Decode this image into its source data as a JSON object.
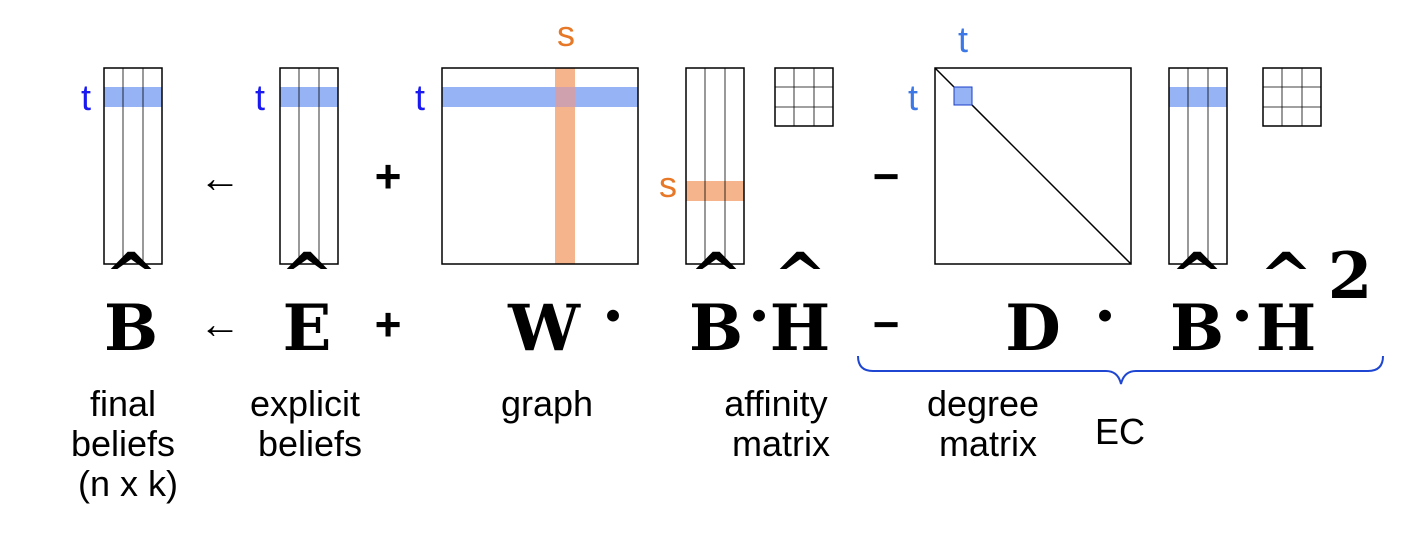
{
  "colors": {
    "t_highlight": "#96b4f5",
    "s_highlight": "#f5b48c",
    "t_label": "#1a1af0",
    "t_label_light": "#3c78e6",
    "s_label": "#e67828",
    "ec_brace": "#1e46d2",
    "ec_label": "#1a1af0"
  },
  "marks": {
    "t": "t",
    "s": "s"
  },
  "operators": {
    "arrow": "←",
    "plus": "+",
    "minus": "−",
    "dot": "·"
  },
  "equation": {
    "B": "B",
    "E": "E",
    "W": "W",
    "H": "H",
    "D": "D",
    "hat": "^",
    "power": "2"
  },
  "labels": {
    "final_beliefs": [
      "final",
      "beliefs",
      "(n x k)"
    ],
    "explicit_beliefs": [
      "explicit",
      "beliefs"
    ],
    "graph": [
      "graph"
    ],
    "affinity_matrix": [
      "affinity",
      "matrix"
    ],
    "degree_matrix": [
      "degree",
      "matrix"
    ],
    "ec": "EC"
  }
}
